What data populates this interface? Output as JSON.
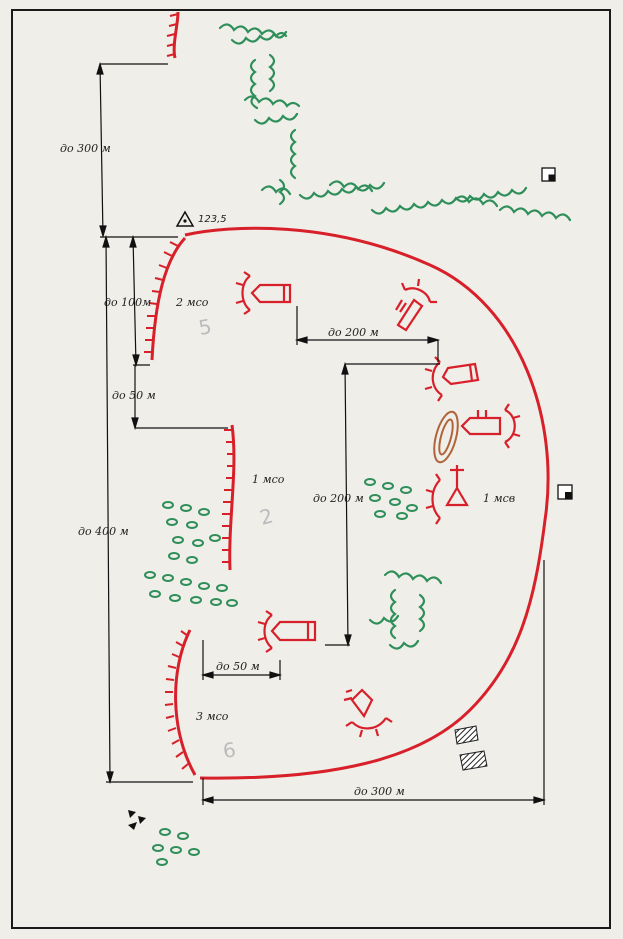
{
  "colors": {
    "paper": "#efeee8",
    "frame": "#1a1a1a",
    "position_line": "#d8202a",
    "vegetation": "#2f8f5a",
    "dimension_line": "#111111",
    "lake": "#b0643a",
    "pencil": "#9a9aa3"
  },
  "labels": {
    "dist_top": "до 300 м",
    "height_mark": "123,5",
    "dist_100": "до 100м",
    "dist_50_left": "до 50 м",
    "dist_400": "до 400 м",
    "dist_200_top": "до 200 м",
    "dist_200_mid": "до 200 м",
    "dist_50_bottom": "до 50 м",
    "dist_300_bottom": "до 300 м",
    "unit_2": "2 мсо",
    "unit_1": "1 мсо",
    "unit_3": "3 мсо",
    "unit_mcv": "1 мсв"
  },
  "pencil_marks": {
    "mark_a": "5",
    "mark_b": "2",
    "mark_c": "6"
  },
  "icons": [
    "triangulation-point-icon",
    "tank-position-icon",
    "infantry-vehicle-icon",
    "flag-triangle-icon",
    "half-filled-square-icon",
    "hatched-square-icon",
    "lake-icon",
    "bush-icon"
  ]
}
